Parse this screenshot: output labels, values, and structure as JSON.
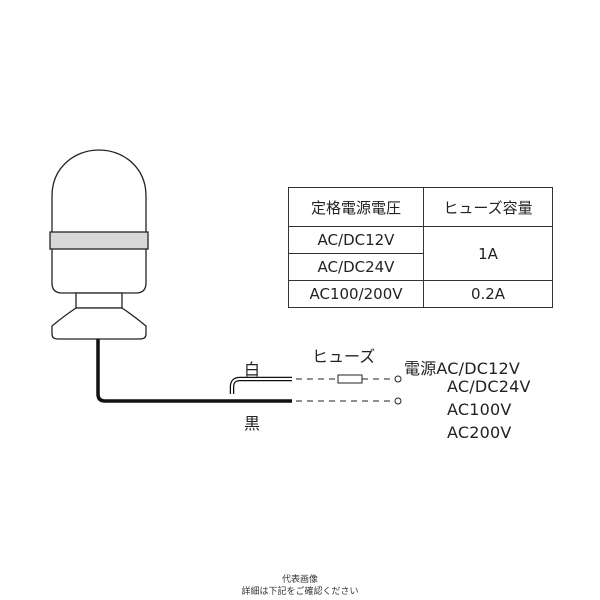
{
  "table": {
    "headers": [
      "定格電源電圧",
      "ヒューズ容量"
    ],
    "rows": [
      {
        "voltage": "AC/DC12V",
        "fuse": "1A"
      },
      {
        "voltage": "AC/DC24V",
        "fuse": "1A"
      },
      {
        "voltage": "AC100/200V",
        "fuse": "0.2A"
      }
    ]
  },
  "wires": {
    "white": "白",
    "black": "黒"
  },
  "fuse_label": "ヒューズ",
  "power_prefix": "電源",
  "voltages": [
    "AC/DC12V",
    "AC/DC24V",
    "AC100V",
    "AC200V"
  ],
  "caption": {
    "line1": "代表画像",
    "line2": "詳細は下記をご確認ください"
  }
}
